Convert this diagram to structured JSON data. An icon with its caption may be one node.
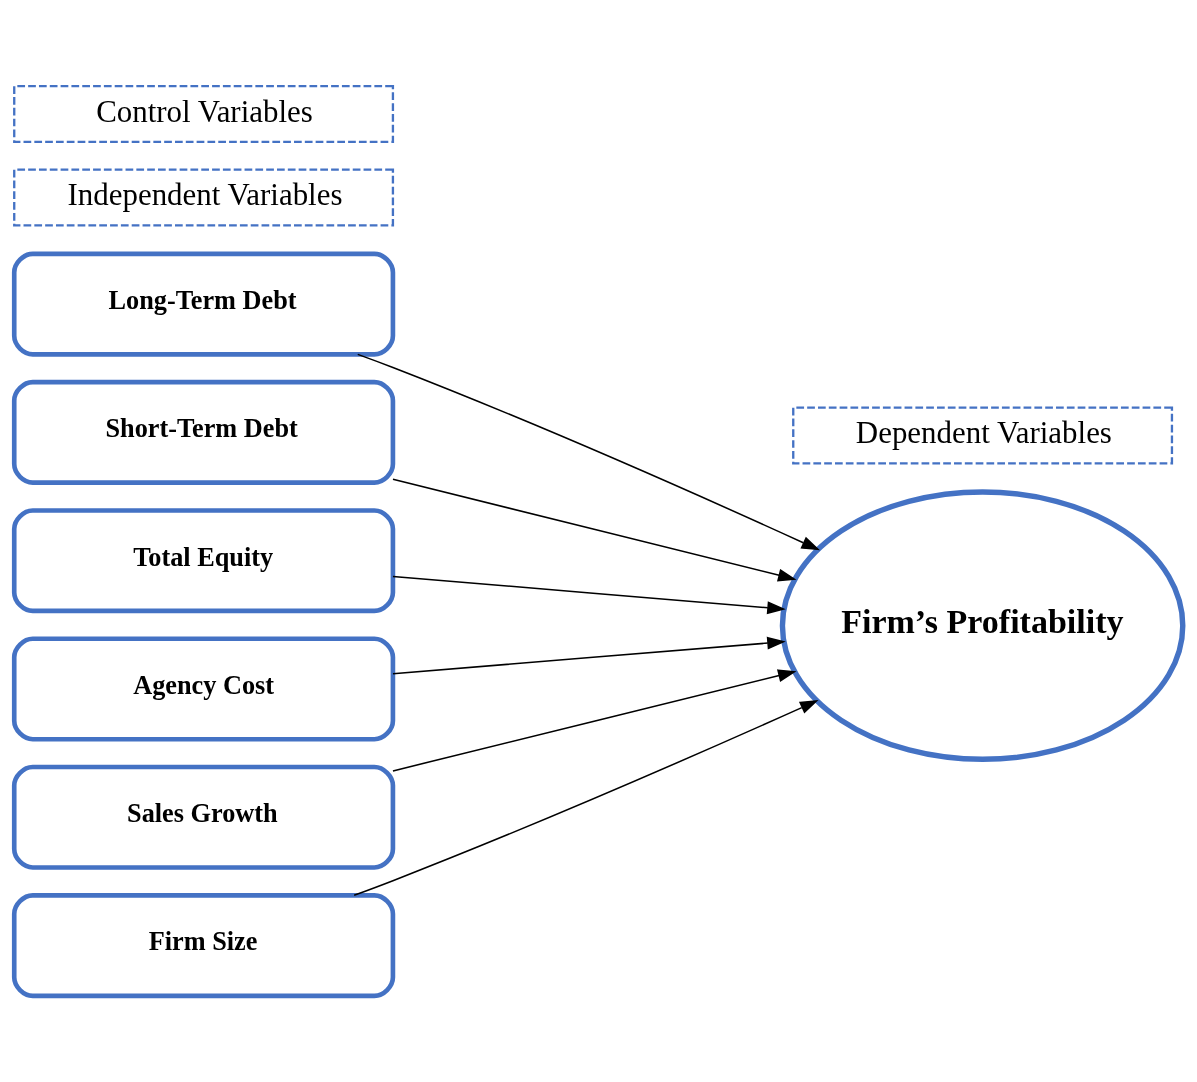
{
  "diagram": {
    "nodes": [
      {
        "text": [
          "Long-Term Debt"
        ]
      },
      {
        "text": [
          "Short-Term Debt"
        ]
      },
      {
        "text": [
          "Total Equity"
        ]
      },
      {
        "text": [
          "Agency Cost"
        ]
      },
      {
        "text": [
          "Independent Variables"
        ]
      },
      {
        "text": [
          "Sales Growth"
        ]
      },
      {
        "text": [
          "Firm Size"
        ]
      },
      {
        "text": [
          "Control Variables"
        ]
      },
      {
        "text": [
          "Firm’s Profitability"
        ]
      },
      {
        "text": [
          "Dependent Variables"
        ]
      }
    ],
    "edges": [
      {
        "from": 0,
        "to": 8,
        "arrow": "to"
      },
      {
        "from": 1,
        "to": 8,
        "arrow": "to"
      },
      {
        "from": 2,
        "to": 8,
        "arrow": "to"
      },
      {
        "from": 3,
        "to": 8,
        "arrow": "to"
      },
      {
        "from": 5,
        "to": 8,
        "arrow": "to"
      },
      {
        "from": 6,
        "to": 8,
        "arrow": "to"
      }
    ]
  }
}
